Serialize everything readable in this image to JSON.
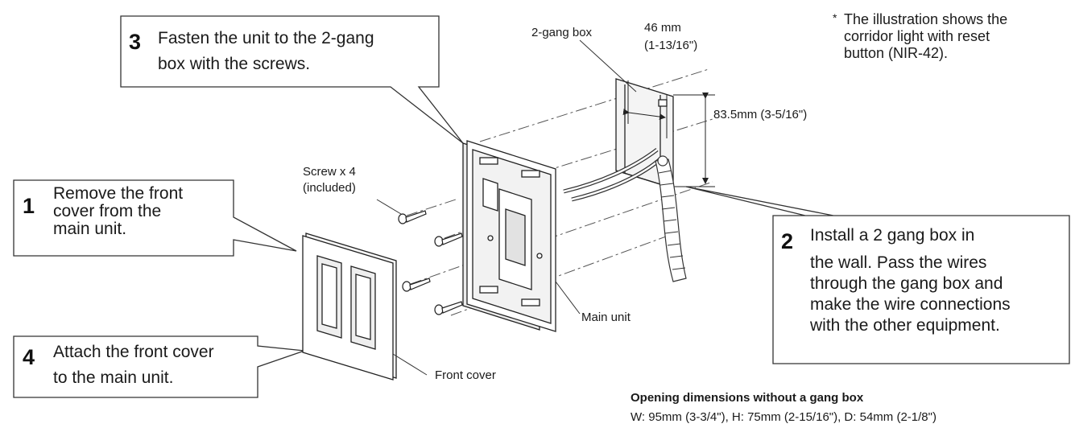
{
  "steps": [
    {
      "number": "1",
      "lines": [
        "Remove the front",
        "cover from the",
        "main unit."
      ]
    },
    {
      "number": "2",
      "lines": [
        "Install a 2 gang box in",
        "the wall. Pass the wires",
        "through the gang box and",
        "make the wire connections",
        "with the other equipment."
      ]
    },
    {
      "number": "3",
      "lines": [
        "Fasten the unit to the 2-gang",
        "box with the screws."
      ]
    },
    {
      "number": "4",
      "lines": [
        "Attach the front cover",
        "to the main unit."
      ]
    }
  ],
  "note": {
    "asterisk": "*",
    "lines": [
      "The illustration shows the",
      "corridor light with reset",
      "button (NIR-42)."
    ]
  },
  "labels": {
    "gang_box": "2-gang box",
    "width_mm": "46 mm",
    "width_in": "(1-13/16\")",
    "height": "83.5mm (3-5/16\")",
    "screw_1": "Screw x 4",
    "screw_2": "(included)",
    "main_unit": "Main unit",
    "front_cover": "Front cover"
  },
  "opening": {
    "title": "Opening dimensions without a gang box",
    "dims": "W: 95mm (3-3/4\"), H: 75mm (2-15/16\"), D: 54mm (2-1/8\")"
  }
}
